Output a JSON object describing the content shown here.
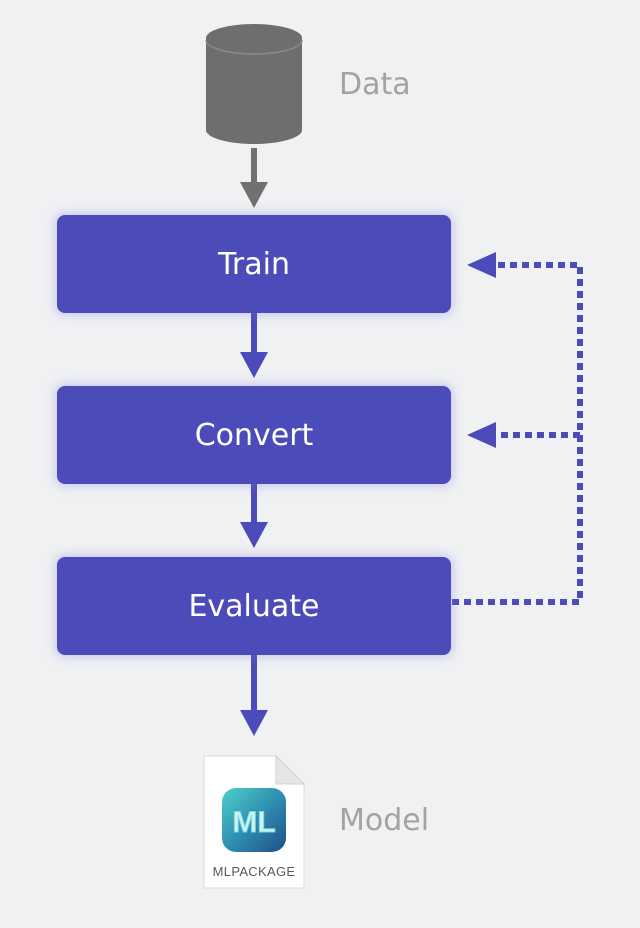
{
  "data_label": "Data",
  "steps": [
    {
      "label": "Train"
    },
    {
      "label": "Convert"
    },
    {
      "label": "Evaluate"
    }
  ],
  "model_label": "Model",
  "model_file": {
    "type_label": "MLPACKAGE",
    "icon_letters": "ML"
  },
  "colors": {
    "step_fill": "#4b4bb9",
    "flow_arrow": "#4b4bb9",
    "data_arrow": "#707070",
    "cylinder": "#6e6e6e",
    "label_gray": "#a3a3a6",
    "background": "#f0f1f3"
  }
}
